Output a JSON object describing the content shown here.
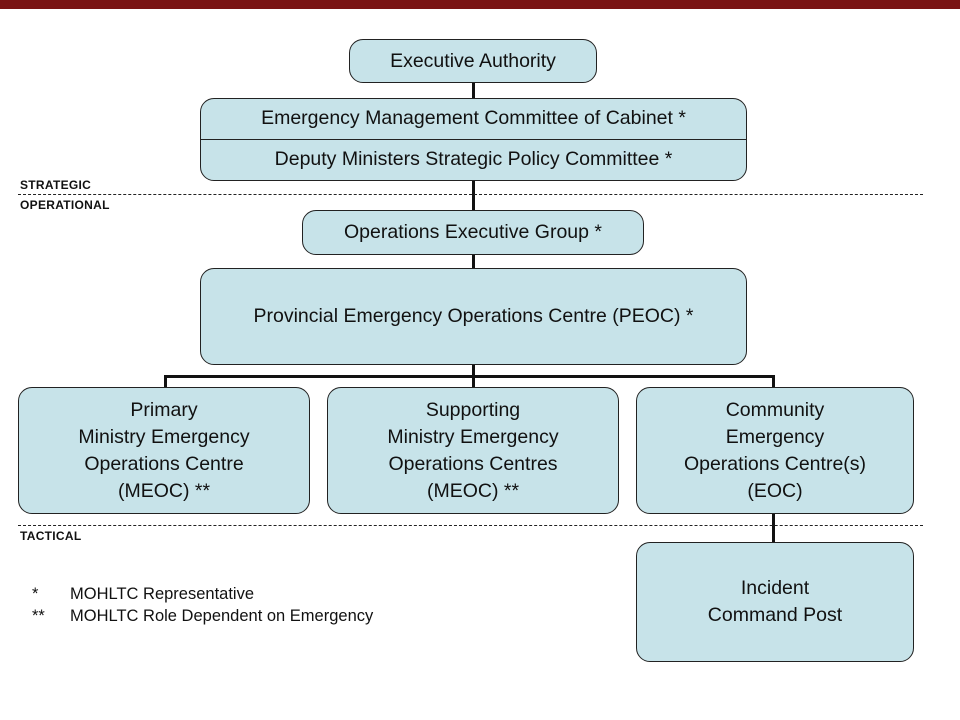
{
  "colors": {
    "top_bar": "#7a1414",
    "box_fill": "#c7e3e9",
    "box_border": "#222222"
  },
  "zones": {
    "strategic": "STRATEGIC",
    "operational": "OPERATIONAL",
    "tactical": "TACTICAL"
  },
  "nodes": {
    "executive_authority": "Executive Authority",
    "cabinet_committee": [
      "Emergency Management Committee of Cabinet *",
      "Deputy Ministers Strategic Policy Committee *"
    ],
    "operations_executive_group": "Operations Executive Group *",
    "peoc": "Provincial Emergency Operations Centre (PEOC) *",
    "primary_meoc": [
      "Primary",
      "Ministry Emergency",
      "Operations Centre",
      "(MEOC) **"
    ],
    "supporting_meoc": [
      "Supporting",
      "Ministry Emergency",
      "Operations Centres",
      "(MEOC) **"
    ],
    "community_eoc": [
      "Community",
      "Emergency",
      "Operations Centre(s)",
      "(EOC)"
    ],
    "incident_command_post": [
      "Incident",
      "Command Post"
    ]
  },
  "legend": [
    {
      "symbol": "*",
      "text": "MOHLTC Representative"
    },
    {
      "symbol": "**",
      "text": "MOHLTC Role Dependent on Emergency"
    }
  ]
}
